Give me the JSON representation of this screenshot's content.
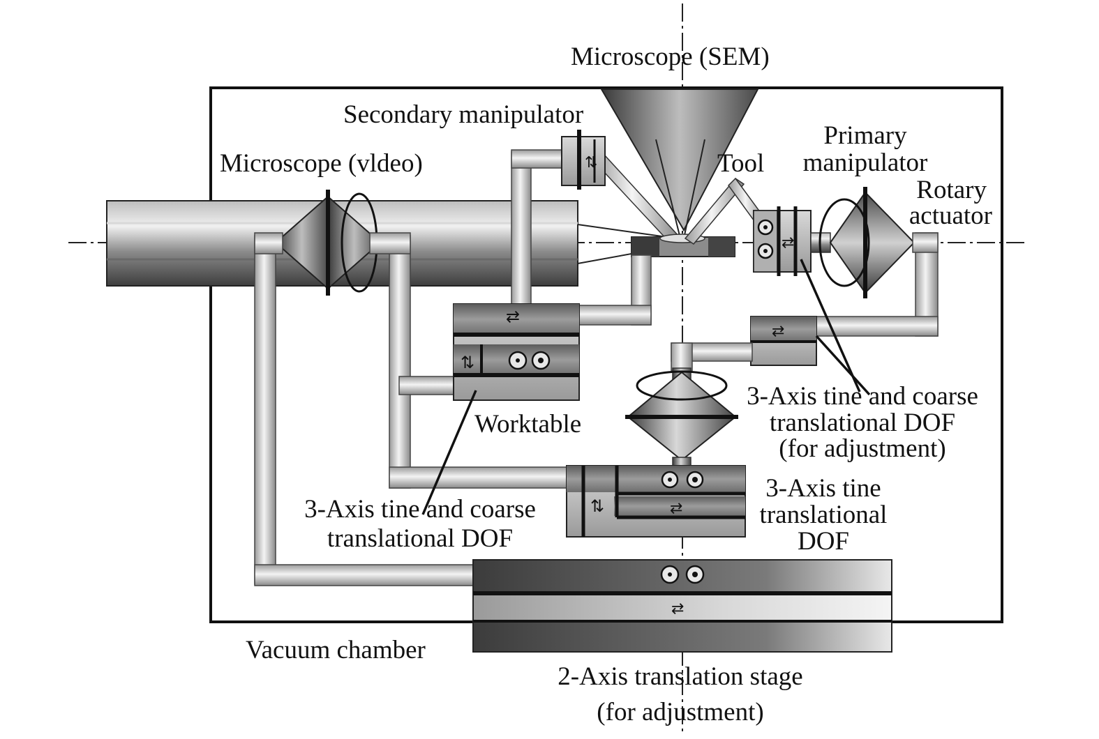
{
  "labels": {
    "microscope_sem": "Microscope (SEM)",
    "secondary_manipulator": "Secondary manipulator",
    "microscope_video": "Microscope (vldeo)",
    "tool": "Tool",
    "primary_manipulator_1": "Primary",
    "primary_manipulator_2": "manipulator",
    "rotary_actuator_1": "Rotary",
    "rotary_actuator_2": "actuator",
    "worktable": "Worktable",
    "dof_adjust_1": "3-Axis tine and coarse",
    "dof_adjust_2": "translational DOF",
    "dof_adjust_3": "(for adjustment)",
    "dof_coarse_1": "3-Axis tine and coarse",
    "dof_coarse_2": "translational DOF",
    "dof_fine_1": "3-Axis tine",
    "dof_fine_2": "translational",
    "dof_fine_3": "DOF",
    "vacuum_chamber": "Vacuum chamber",
    "stage_1": "2-Axis translation stage",
    "stage_2": "(for adjustment)"
  },
  "colors": {
    "ink": "#111111",
    "metal_dark": "#5a5a5a",
    "metal_light": "#e6e6e6",
    "background": "#ffffff"
  }
}
